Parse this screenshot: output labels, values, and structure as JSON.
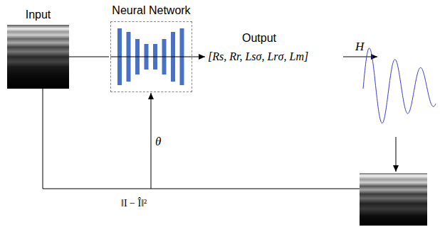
{
  "diagram": {
    "nodes": [
      {
        "text": [
          "Input"
        ]
      },
      {
        "text": [
          "Neural Network"
        ]
      },
      {
        "text": [
          "Output",
          "[Rs, Rr, Lsσ, Lrσ, Lm]"
        ]
      }
    ],
    "edges": [
      {
        "from": 0,
        "to": 1,
        "arrow": "none"
      },
      {
        "from": 1,
        "to": 2,
        "arrow": "to"
      }
    ],
    "labels": [
      "H",
      "θ",
      "‖I − Î‖²"
    ]
  }
}
